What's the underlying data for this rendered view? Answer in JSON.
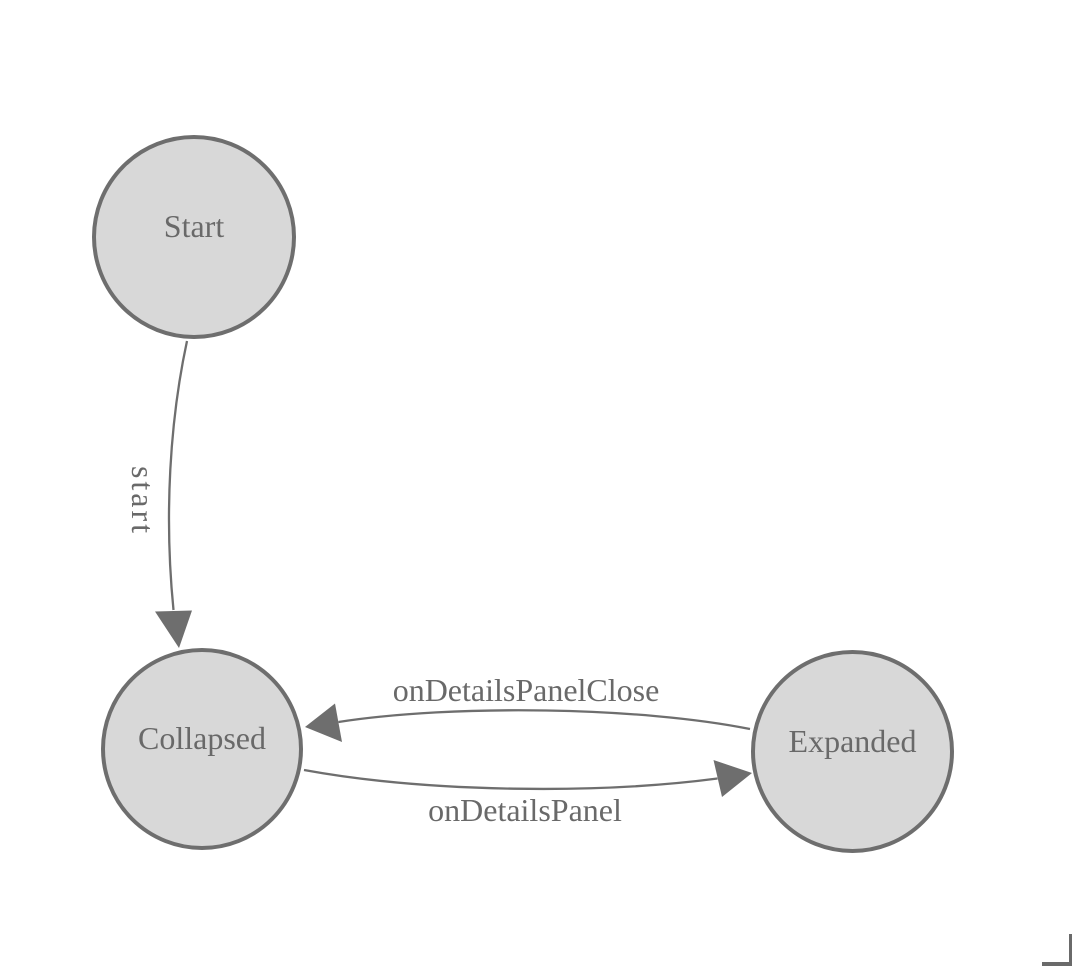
{
  "diagram": {
    "type": "state-machine",
    "nodes": [
      {
        "id": "start",
        "label": "Start"
      },
      {
        "id": "collapsed",
        "label": "Collapsed"
      },
      {
        "id": "expanded",
        "label": "Expanded"
      }
    ],
    "edges": [
      {
        "from": "Start",
        "to": "Collapsed",
        "label": "start"
      },
      {
        "from": "Expanded",
        "to": "Collapsed",
        "label": "onDetailsPanelClose"
      },
      {
        "from": "Collapsed",
        "to": "Expanded",
        "label": "onDetailsPanel"
      }
    ],
    "colors": {
      "background": "#ffffff",
      "node_fill": "#d8d8d8",
      "node_border": "#6e6e6e",
      "edge_stroke": "#6e6e6e",
      "label_text": "#696969",
      "corner_mark": "#6a6a6a"
    }
  }
}
